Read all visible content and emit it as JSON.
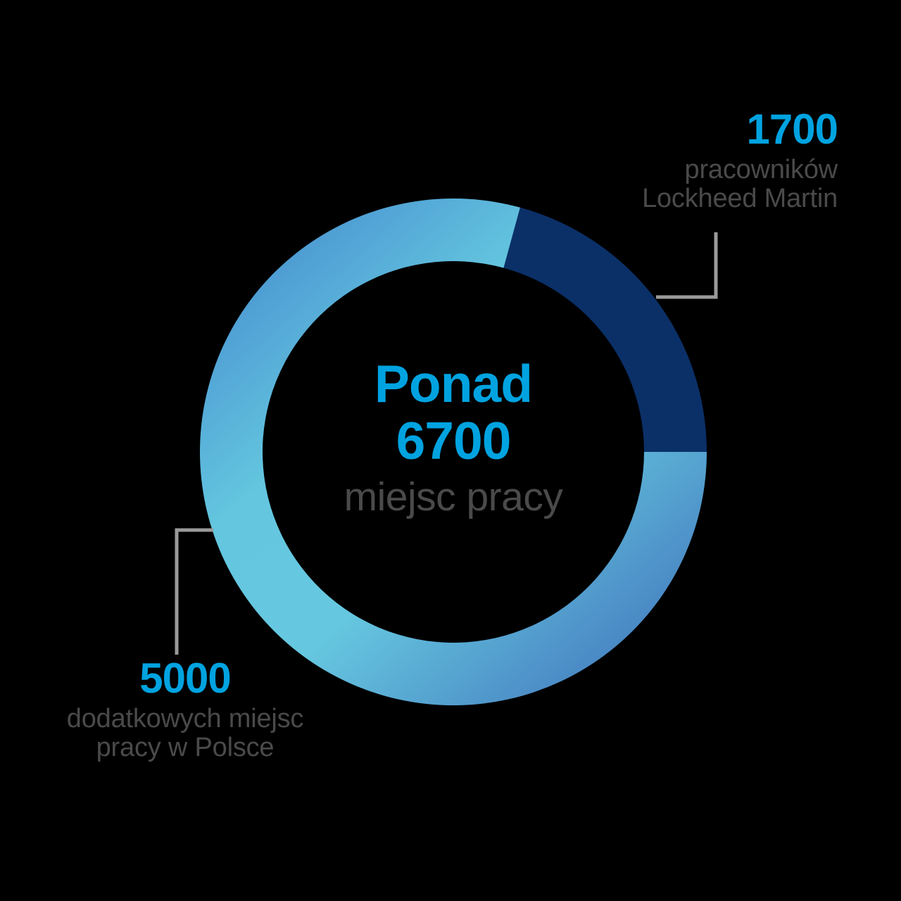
{
  "chart_data": {
    "type": "pie",
    "title": "Ponad 6700 miejsc pracy",
    "subtitle": "miejsc pracy",
    "center": {
      "headline": "Ponad",
      "total": "6700",
      "unit": "miejsc pracy"
    },
    "total_value": 6700,
    "donut": true,
    "inner_radius_ratio": 0.75,
    "start_angle_deg": 15.3,
    "legend": "none",
    "categories": [
      "pracowników Lockheed Martin",
      "dodatkowych miejsc pracy w Polsce"
    ],
    "values": [
      1700,
      5000
    ],
    "slices": [
      {
        "id": "lockheed",
        "value": 1700,
        "value_label": "1700",
        "description_lines": [
          "pracowników",
          "Lockheed Martin"
        ],
        "color": "#0B3068",
        "start_angle_deg": 15.3,
        "end_angle_deg": 90.0
      },
      {
        "id": "polska",
        "value": 5000,
        "value_label": "5000",
        "description_lines": [
          "dodatkowych miejsc",
          "pracy w Polsce"
        ],
        "color_from": "#4379BE",
        "color_mid": "#66C8E0",
        "color_to": "#4D9BD3",
        "start_angle_deg": 90.0,
        "end_angle_deg": 375.3
      }
    ],
    "colors": {
      "navy": "#0B3068",
      "medium_blue": "#4379BE",
      "light_cyan": "#66C8E0",
      "sky_blue": "#4D9BD3",
      "accent_number": "#00A3E0",
      "body_text": "#4A4A4A",
      "leader_line": "#9A9A9A",
      "background": "#000000"
    }
  },
  "callouts": {
    "lockheed": {
      "value": "1700",
      "line1": "pracowników",
      "line2": "Lockheed Martin"
    },
    "polska": {
      "value": "5000",
      "line1": "dodatkowych miejsc",
      "line2": "pracy w Polsce"
    }
  },
  "center": {
    "headline": "Ponad",
    "total": "6700",
    "unit": "miejsc pracy"
  }
}
